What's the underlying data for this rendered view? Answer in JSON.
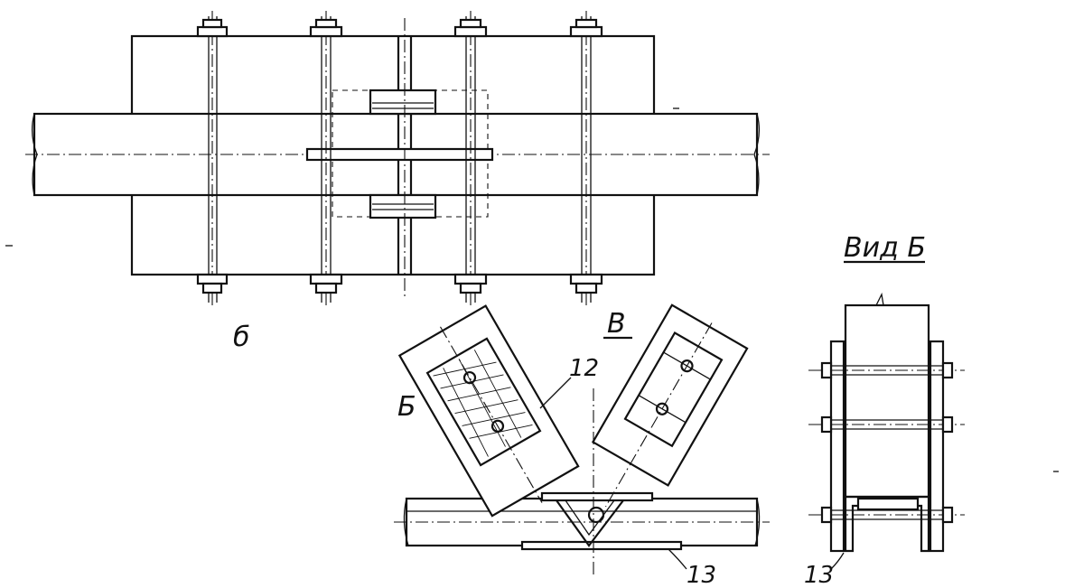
{
  "labels": {
    "view_b_small": "б",
    "view_v": "В",
    "section_b": "Б",
    "callout_12": "12",
    "callout_13_left": "13",
    "callout_13_right": "13",
    "view_title": "Вид Б"
  },
  "colors": {
    "ink": "#111111",
    "paper": "#ffffff"
  }
}
